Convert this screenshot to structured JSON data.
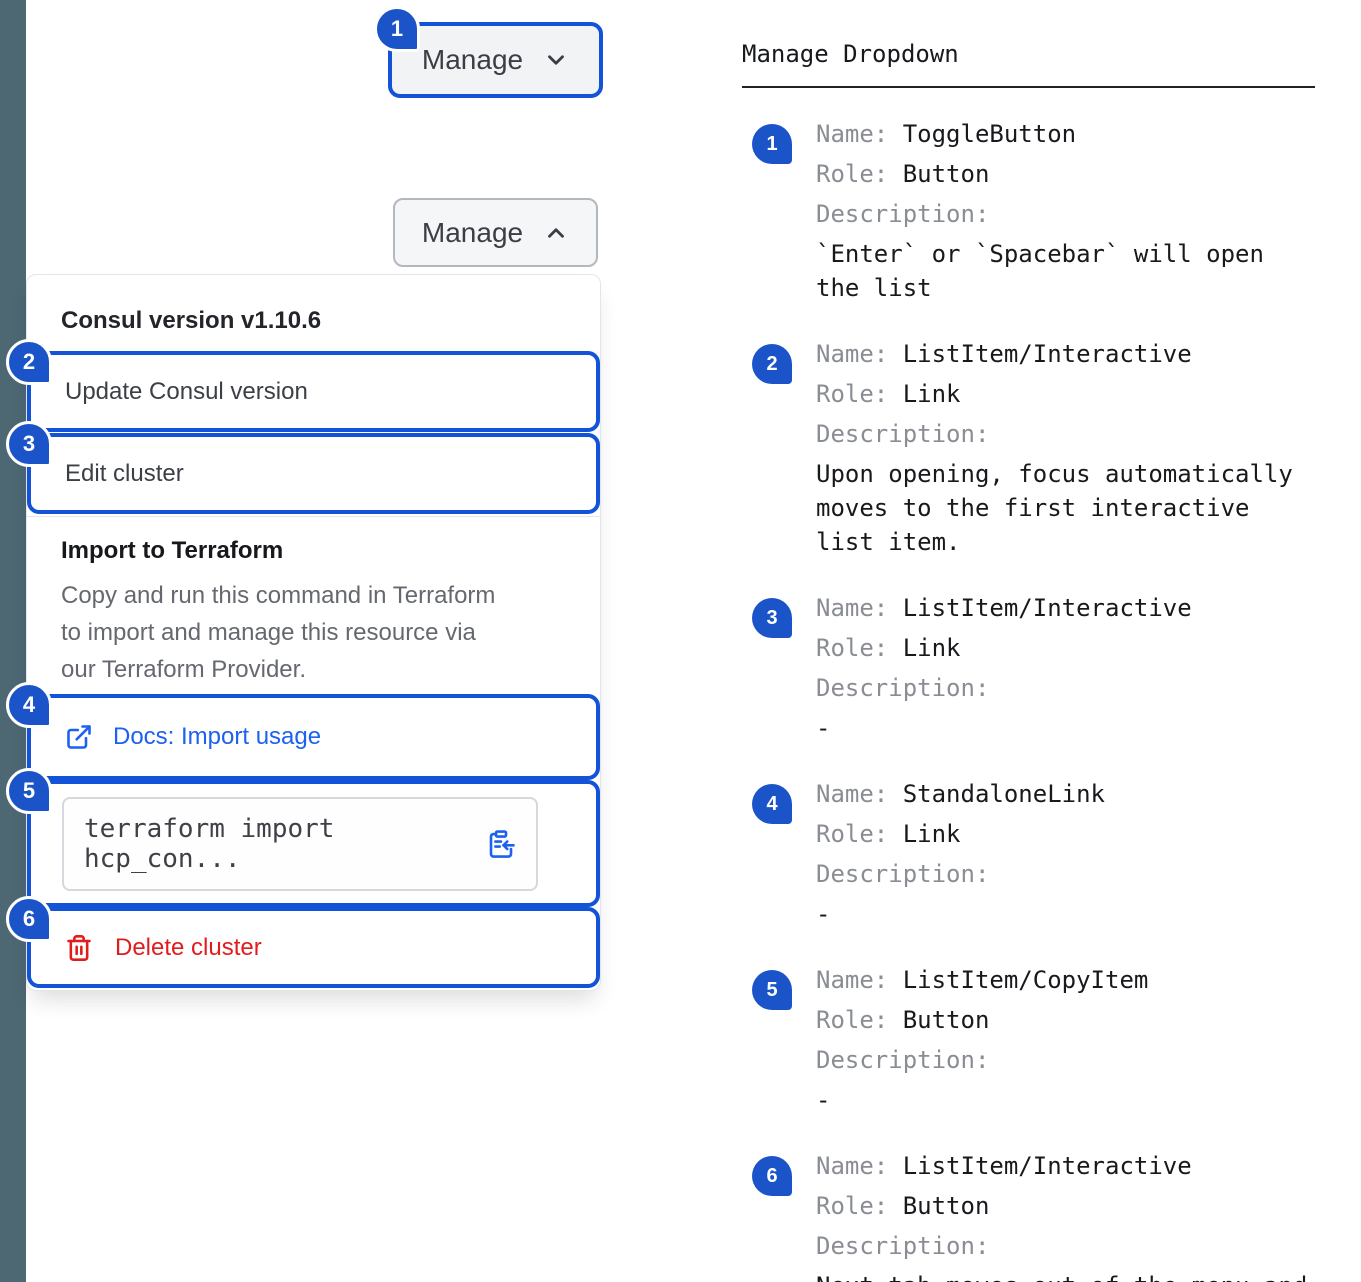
{
  "colors": {
    "focus_outline_blue": "#1353d8",
    "badge_blue": "#1b54c9",
    "link_blue": "#1c61f0",
    "danger_red": "#e11c1c",
    "edge_bar": "#4d6773"
  },
  "toggle_button": {
    "collapsed_label": "Manage",
    "expanded_label": "Manage"
  },
  "dropdown": {
    "version_header": "Consul version v1.10.6",
    "items": [
      "Update Consul version",
      "Edit cluster"
    ],
    "import_section": {
      "title": "Import to Terraform",
      "description": "Copy and run this command in Terraform\nto import and manage this resource via\nour Terraform Provider.",
      "docs_link_label": "Docs: Import usage",
      "command": "terraform import hcp_con...",
      "copy_icon": "clipboard-copy-icon"
    },
    "delete_label": "Delete cluster"
  },
  "spec_panel": {
    "title": "Manage Dropdown",
    "labels": {
      "name": "Name: ",
      "role": "Role: ",
      "description": "Description:"
    },
    "rows": [
      {
        "num": "1",
        "name": "ToggleButton",
        "role": "Button",
        "description": "`Enter` or `Spacebar` will open\nthe list"
      },
      {
        "num": "2",
        "name": "ListItem/Interactive",
        "role": "Link",
        "description": "Upon opening, focus automatically\nmoves to the first interactive\nlist item."
      },
      {
        "num": "3",
        "name": "ListItem/Interactive",
        "role": "Link",
        "description": "-"
      },
      {
        "num": "4",
        "name": "StandaloneLink",
        "role": "Link",
        "description": "-"
      },
      {
        "num": "5",
        "name": "ListItem/CopyItem",
        "role": "Button",
        "description": "-"
      },
      {
        "num": "6",
        "name": "ListItem/Interactive",
        "role": "Button",
        "description": "Next tab moves out of the menu and\nto the next focusable element"
      }
    ]
  }
}
